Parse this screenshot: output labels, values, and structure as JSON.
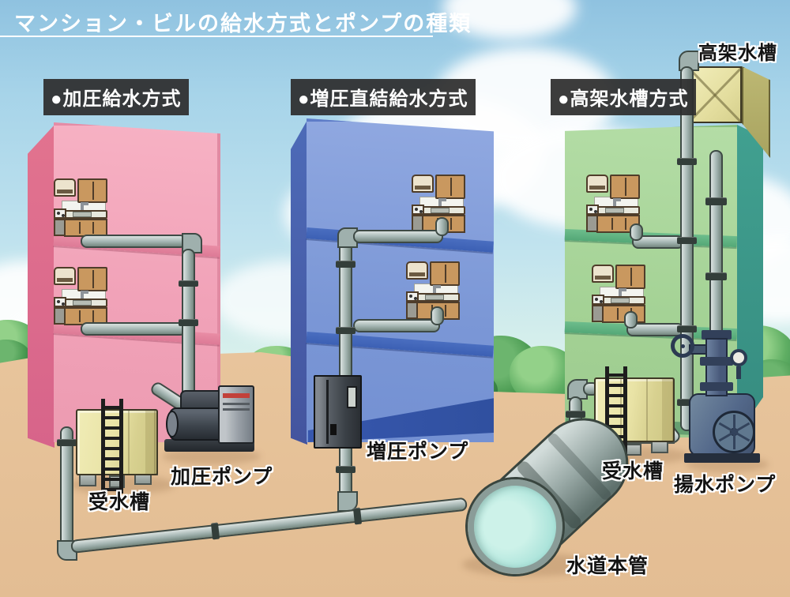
{
  "title": {
    "text": "マンション・ビルの給水方式とポンプの種類"
  },
  "methods": [
    {
      "label": "●加圧給水方式",
      "building_color": "#f2a4b9"
    },
    {
      "label": "●増圧直結給水方式",
      "building_color": "#7d99d8"
    },
    {
      "label": "●高架水槽方式",
      "building_color": "#a9d69b"
    }
  ],
  "equipment_labels": {
    "elevated_tank": "高架水槽",
    "pressure_pump": "加圧ポンプ",
    "receiving_tank_left": "受水槽",
    "booster_pump": "増圧ポンプ",
    "receiving_tank_right": "受水槽",
    "lift_pump": "揚水ポンプ",
    "water_main": "水道本管"
  },
  "colors": {
    "sky_top": "#8fc2e0",
    "sand": "#eac8a0",
    "tree_green": "#5fae63",
    "pink_front": "#f2a4b9",
    "pink_side": "#d96e8b",
    "blue_front": "#7d99d8",
    "blue_side": "#4b69b6",
    "green_front": "#a9d69b",
    "green_side": "#3f9c8e",
    "tank_yellow": "#e9e3a6",
    "pipe_gray": "#a2b3b0",
    "main_opening_teal": "#abe3da",
    "badge_bg": "#2d2d2d"
  }
}
